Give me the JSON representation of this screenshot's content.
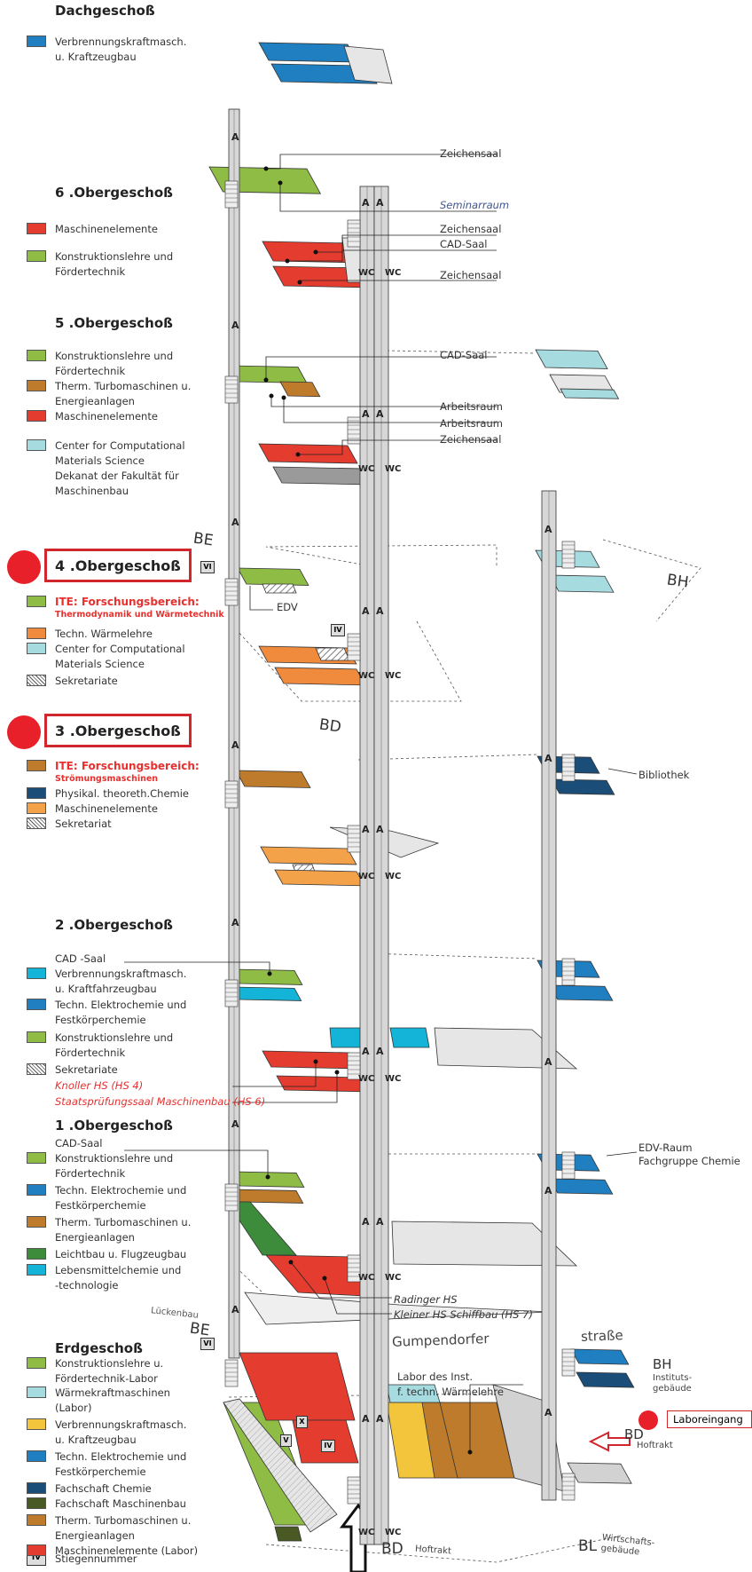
{
  "colors": {
    "green": "#8fbc45",
    "red": "#e53c30",
    "blue": "#1f7fc0",
    "cyan": "#13b4d8",
    "lightcyan": "#a6dbe0",
    "brown": "#bd7b2b",
    "orange": "#f08a3c",
    "lightorange": "#f4a24a",
    "navy": "#1a4e78",
    "darkgreen": "#3c8c3c",
    "darkolive": "#4a5a24",
    "yellow": "#f2c53c",
    "gray": "#cfcfcf",
    "darkgray": "#9a9a9a",
    "accentRed": "#e8202a"
  },
  "floors": {
    "dach": {
      "title": "Dachgeschoß",
      "legend": [
        {
          "color": "blue",
          "text": "Verbrennungskraftmasch.\nu. Kraftzeugbau"
        }
      ]
    },
    "og6": {
      "title": "6 .Obergeschoß",
      "legend": [
        {
          "color": "red",
          "text": "Maschinenelemente"
        },
        {
          "color": "green",
          "text": "Konstruktionslehre und\nFördertechnik"
        }
      ]
    },
    "og5": {
      "title": "5 .Obergeschoß",
      "legend": [
        {
          "color": "green",
          "text": "Konstruktionslehre und\nFördertechnik"
        },
        {
          "color": "brown",
          "text": "Therm. Turbomaschinen u.\nEnergieanlagen"
        },
        {
          "color": "red",
          "text": "Maschinenelemente"
        },
        {
          "color": "lightcyan",
          "text": "Center for Computational\nMaterials Science\nDekanat der Fakultät für\nMaschinenbau"
        }
      ]
    },
    "og4": {
      "title": "4 .Obergeschoß",
      "ite_title": "ITE: Forschungsbereich:",
      "ite_sub": "Thermodynamik und Wärmetechnik",
      "legend": [
        {
          "color": "orange",
          "text": "Techn. Wärmelehre"
        },
        {
          "color": "lightcyan",
          "text": "Center for Computational\nMaterials Science"
        },
        {
          "color": "hatch",
          "text": "Sekretariate"
        }
      ]
    },
    "og3": {
      "title": "3 .Obergeschoß",
      "ite_title": "ITE: Forschungsbereich:",
      "ite_sub": "Strömungsmaschinen",
      "legend": [
        {
          "color": "navy",
          "text": "Physikal. theoreth.Chemie"
        },
        {
          "color": "lightorange",
          "text": "Maschinenelemente"
        },
        {
          "color": "hatch",
          "text": "Sekretariat"
        }
      ]
    },
    "og2": {
      "title": "2 .Obergeschoß",
      "cad": "CAD -Saal",
      "legend": [
        {
          "color": "cyan",
          "text": "Verbrennungskraftmasch.\nu. Kraftfahrzeugbau"
        },
        {
          "color": "blue",
          "text": "Techn. Elektrochemie und\nFestkörperchemie"
        },
        {
          "color": "green",
          "text": "Konstruktionslehre und\nFördertechnik"
        },
        {
          "color": "hatch",
          "text": "Sekretariate"
        }
      ],
      "red1": "Knoller HS (HS 4)",
      "red2": "Staatsprüfungssaal Maschinenbau (HS 6)"
    },
    "og1": {
      "title": "1 .Obergeschoß",
      "cad": "CAD-Saal",
      "legend": [
        {
          "color": "green",
          "text": "Konstruktionslehre und\nFördertechnik"
        },
        {
          "color": "blue",
          "text": "Techn. Elektrochemie und\nFestkörperchemie"
        },
        {
          "color": "brown",
          "text": "Therm. Turbomaschinen u.\nEnergieanlagen"
        },
        {
          "color": "darkgreen",
          "text": "Leichtbau u. Flugzeugbau"
        },
        {
          "color": "cyan",
          "text": "Lebensmittelchemie und\n-technologie"
        }
      ]
    },
    "eg": {
      "title": "Erdgeschoß",
      "legend": [
        {
          "color": "green",
          "text": "Konstruktionslehre u.\nFördertechnik-Labor"
        },
        {
          "color": "lightcyan",
          "text": "Wärmekraftmaschinen\n(Labor)"
        },
        {
          "color": "yellow",
          "text": "Verbrennungskraftmasch.\nu. Kraftzeugbau"
        },
        {
          "color": "blue",
          "text": "Techn. Elektrochemie und\nFestkörperchemie"
        },
        {
          "color": "navy",
          "text": "Fachschaft Chemie"
        },
        {
          "color": "darkolive",
          "text": "Fachschaft Maschinenbau"
        },
        {
          "color": "brown",
          "text": "Therm. Turbomaschinen u.\nEnergieanlagen"
        },
        {
          "color": "red",
          "text": "Maschinenelemente (Labor)"
        }
      ],
      "stair_symbol": "IV",
      "stair_text": "Stiegennummer"
    }
  },
  "callouts": {
    "zeichensaal1": "Zeichensaal",
    "seminarraum": "Seminarraum",
    "zeichensaal2": "Zeichensaal",
    "cadsaal6": "CAD-Saal",
    "zeichensaal3": "Zeichensaal",
    "cadsaal5": "CAD-Saal",
    "arbeitsraum1": "Arbeitsraum",
    "arbeitsraum2": "Arbeitsraum",
    "zeichensaal5": "Zeichensaal",
    "edv": "EDV",
    "bibliothek": "Bibliothek",
    "edvraum": "EDV-Raum\nFachgruppe Chemie",
    "radinger": "Radinger HS",
    "kleiner": "Kleiner HS Schiffbau (HS 7)",
    "labor": "Labor des Inst.\nf. techn. Wärmelehre",
    "laboreingang": "Laboreingang"
  },
  "buildings": {
    "be1": "BE",
    "be2": "BE",
    "bd1": "BD",
    "bd2": "BD",
    "bh1": "BH",
    "bh2": "BH",
    "bl": "BL",
    "bd3": "BD",
    "lueckenbau": "Lückenbau",
    "gumpendorfer": "Gumpendorfer",
    "strasse": "straße",
    "institutsgebaeude": "Instituts-\ngebäude",
    "hoftrakt1": "Hoftrakt",
    "hoftrakt2": "Hoftrakt",
    "wirtschaft": "Wirtschafts-\ngebäude"
  },
  "stairs": {
    "vi1": "VI",
    "iv1": "IV",
    "vi2": "VI",
    "x": "X",
    "v": "V",
    "iv2": "IV"
  },
  "wc": "WC",
  "lift": "A"
}
